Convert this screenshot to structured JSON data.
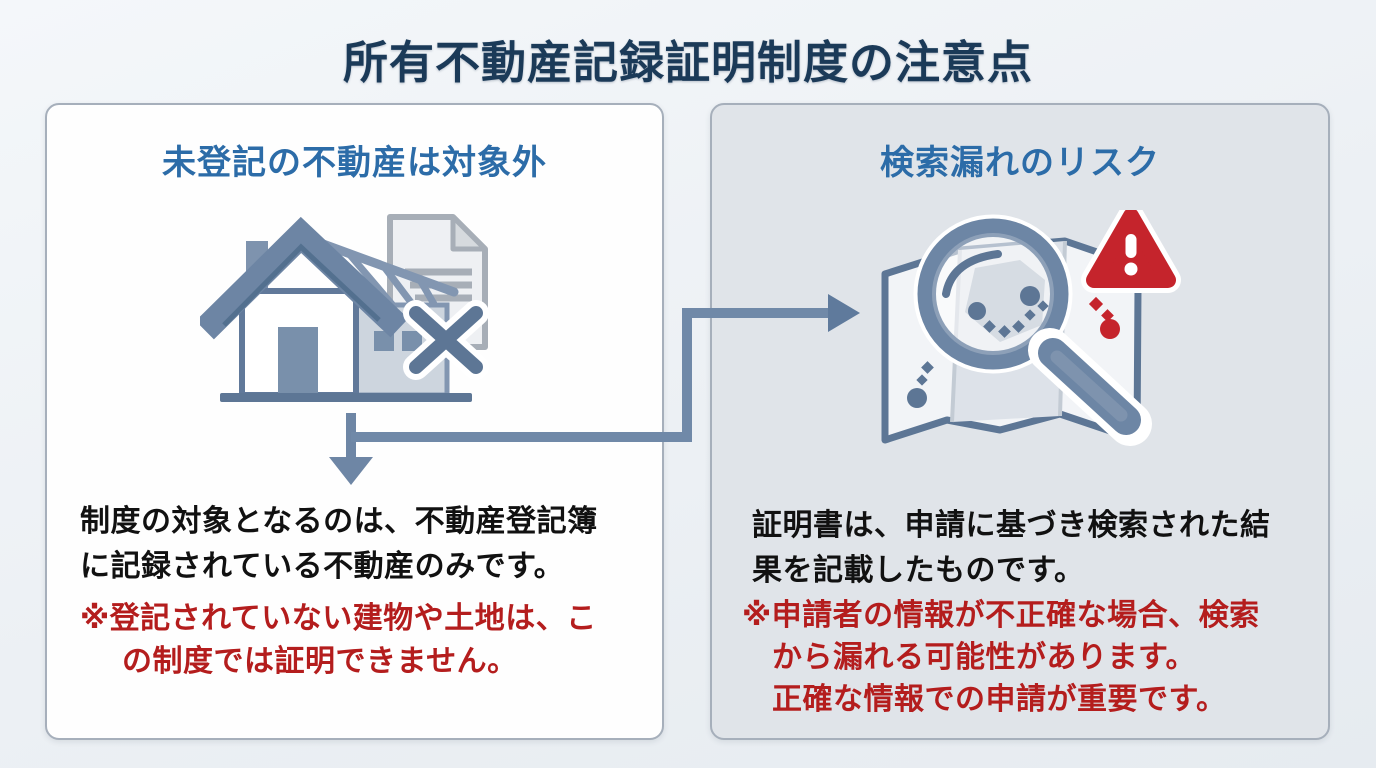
{
  "title": "所有不動産記録証明制度の注意点",
  "colors": {
    "title_navy": "#1b3a58",
    "header_blue": "#2c6ca8",
    "body_black": "#111111",
    "note_red": "#b41d1d",
    "arrow_slate": "#6e86a5",
    "warning_red": "#c5242c",
    "left_panel_bg": "#fefefe",
    "right_panel_bg": "#e0e4e9",
    "panel_border": "#a6afbb"
  },
  "left_panel": {
    "header": "未登記の不動産は対象外",
    "icon": "unregistered-house-document-x-icon",
    "body": {
      "line1": "制度の対象となるのは、不動産登記簿",
      "line2": "に記録されている不動産のみです。"
    },
    "note": {
      "line1": "※登記されていない建物や土地は、こ",
      "line2": "の制度では証明できません。"
    }
  },
  "right_panel": {
    "header": "検索漏れのリスク",
    "icon": "map-search-warning-icon",
    "body": {
      "line1": "証明書は、申請に基づき検索された結",
      "line2": "果を記載したものです。"
    },
    "note": {
      "line1": "※申請者の情報が不正確な場合、検索",
      "line2": "から漏れる可能性があります。",
      "line3": "正確な情報での申請が重要です。"
    }
  }
}
